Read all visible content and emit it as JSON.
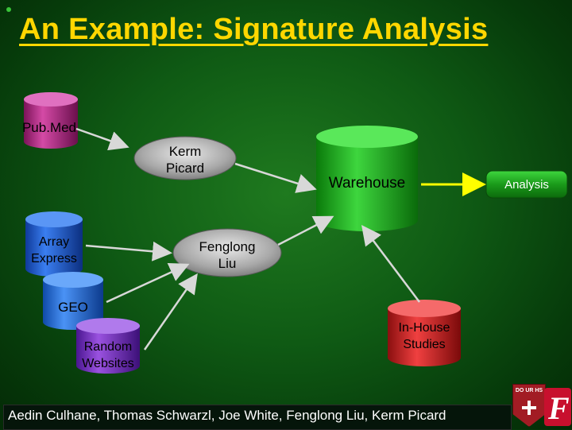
{
  "slide": {
    "title": "An Example: Signature Analysis",
    "footer": "Aedin Culhane, Thomas Schwarzl, Joe White, Fenglong Liu, Kerm Picard"
  },
  "nodes": {
    "pubmed": "Pub.Med",
    "kerm": "Kerm\nPicard",
    "warehouse": "Warehouse",
    "analysis": "Analysis",
    "array_express": "Array\nExpress",
    "fenglong": "Fenglong\nLiu",
    "geo": "GEO",
    "random": "Random\nWebsites",
    "inhouse": "In-House\nStudies"
  },
  "logo": {
    "shield_text": "DO UR HS",
    "f_letter": "F"
  },
  "colors": {
    "title": "#ffd700",
    "pubmed": "#c02a8c",
    "array_express": "#1f5fd6",
    "geo": "#2a78e0",
    "random": "#7a2ec6",
    "warehouse": "#1fb51f",
    "inhouse": "#d01f1f",
    "process_box": "#9a9a9a",
    "analysis_arrow": "#ffff00"
  }
}
